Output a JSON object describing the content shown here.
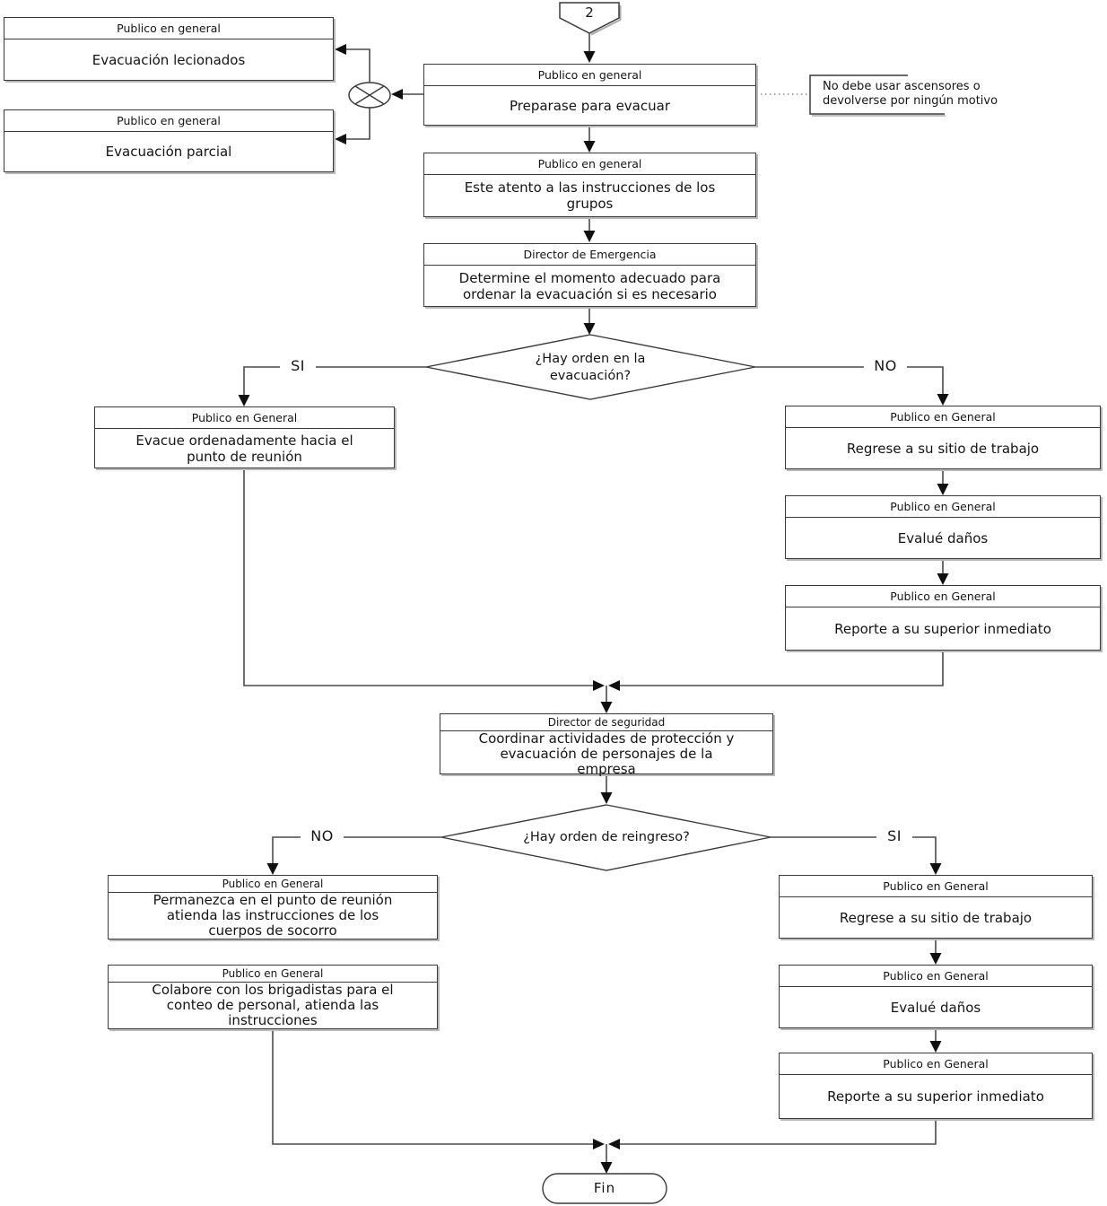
{
  "colors": {
    "line": "#4a4a4a",
    "arrowhead": "#101010",
    "box_border": "#3a3a3a",
    "box_fill": "#ffffff",
    "shadow": "#b9b9b9",
    "background": "#ffffff"
  },
  "start_connector": {
    "label": "2"
  },
  "annotation": {
    "lines": [
      "No debe usar ascensores o",
      "devolverse por ningún motivo"
    ]
  },
  "nodes": [
    {
      "header": "Publico en general",
      "body": "Evacuación lecionados"
    },
    {
      "header": "Publico en general",
      "body": "Evacuación parcial"
    },
    {
      "header": "Publico en general",
      "body": "Preparase para evacuar"
    },
    {
      "header": "Publico en general",
      "body": [
        "Este atento a las instrucciones de los",
        "grupos"
      ]
    },
    {
      "header": "Director de Emergencia",
      "body": [
        "Determine el momento adecuado para",
        "ordenar la evacuación si es necesario"
      ]
    },
    {
      "header": "Publico en General",
      "body": [
        "Evacue ordenadamente hacia el",
        "punto de reunión"
      ]
    },
    {
      "header": "Publico en General",
      "body": "Regrese a su sitio de trabajo"
    },
    {
      "header": "Publico en General",
      "body": "Evalué daños"
    },
    {
      "header": "Publico en General",
      "body": "Reporte a su superior inmediato"
    },
    {
      "header": "Director de seguridad",
      "body": [
        "Coordinar actividades de protección y",
        "evacuación de personajes de la",
        "empresa"
      ]
    },
    {
      "header": "Publico en General",
      "body": [
        "Permanezca en el punto de reunión",
        "atienda las instrucciones de los",
        "cuerpos de socorro"
      ]
    },
    {
      "header": "Publico en General",
      "body": [
        "Colabore con los brigadistas para el",
        "conteo de personal, atienda las",
        "instrucciones"
      ]
    },
    {
      "header": "Publico en General",
      "body": "Regrese a su sitio de trabajo"
    },
    {
      "header": "Publico en General",
      "body": "Evalué daños"
    },
    {
      "header": "Publico en General",
      "body": "Reporte a su superior inmediato"
    }
  ],
  "decisions": [
    {
      "question": [
        "¿Hay orden en la",
        "evacuación?"
      ],
      "left_label": "SI",
      "right_label": "NO"
    },
    {
      "question": "¿Hay orden de reingreso?",
      "left_label": "NO",
      "right_label": "SI"
    }
  ],
  "terminator": {
    "label": "Fin"
  }
}
